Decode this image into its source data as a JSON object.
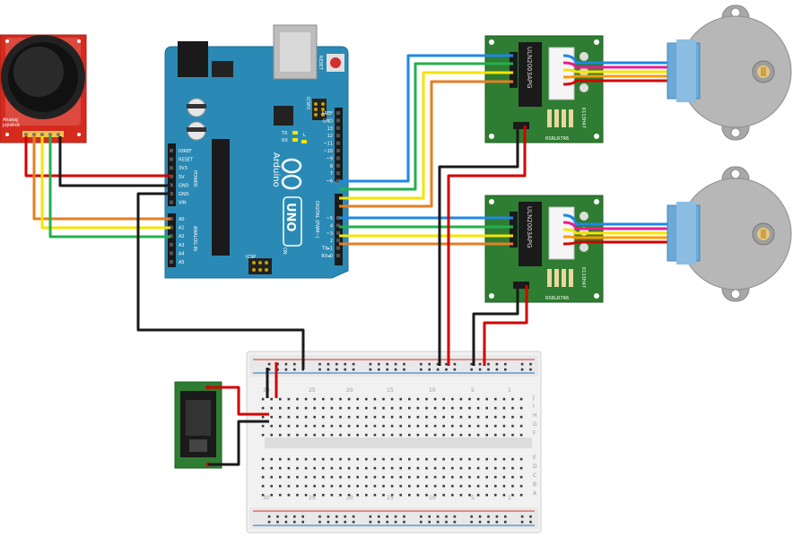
{
  "arduino": {
    "brand": "Arduino",
    "model": "UNO",
    "reset": "RESET",
    "icsp2": "ICSP2",
    "icsp": "ICSP",
    "on": "ON",
    "tx": "TX",
    "rx": "RX",
    "l": "L",
    "power_label": "POWER",
    "analog_label": "ANALOG IN",
    "digital_label": "DIGITAL (PWM~)",
    "power_pins": [
      "IOREF",
      "RESET",
      "3V3",
      "5V",
      "GND",
      "GND",
      "VIN"
    ],
    "analog_pins": [
      "A0",
      "A1",
      "A2",
      "A3",
      "A4",
      "A5"
    ],
    "digital_pins": [
      "AREF",
      "GND",
      "13",
      "12",
      "~11",
      "~10",
      "~9",
      "8",
      "7",
      "~6",
      "~5",
      "4",
      "~3",
      "2",
      "TX▸1",
      "RX◂0"
    ]
  },
  "joystick": {
    "label_line1": "Analog",
    "label_line2": "Joystick"
  },
  "driver1": {
    "chip": "ULN2003APG",
    "resistors": "RSRLR7R6",
    "side_code": "K113H47"
  },
  "driver2": {
    "chip": "ULN2003APG",
    "resistors": "RSRLR7R6",
    "side_code": "K113H47"
  },
  "breadboard": {
    "col_numbers": [
      "1",
      "5",
      "10",
      "15",
      "20",
      "25",
      "30"
    ],
    "row_letters_top": [
      "J",
      "I",
      "H",
      "G",
      "F"
    ],
    "row_letters_bottom": [
      "E",
      "D",
      "C",
      "B",
      "A"
    ]
  },
  "colors": {
    "arduino_blue": "#2a8ab5",
    "board_green": "#2e7d32",
    "joystick_red": "#d32f2f",
    "wire_red": "#d40000",
    "wire_black": "#1a1a1a",
    "wire_blue": "#1e88e5",
    "wire_green": "#22b14c",
    "wire_yellow": "#f5e400",
    "wire_orange": "#e67e22",
    "motor_grey": "#b7b7b7",
    "motor_blue": "#6aa9d8",
    "breadboard": "#f0f0f0"
  }
}
